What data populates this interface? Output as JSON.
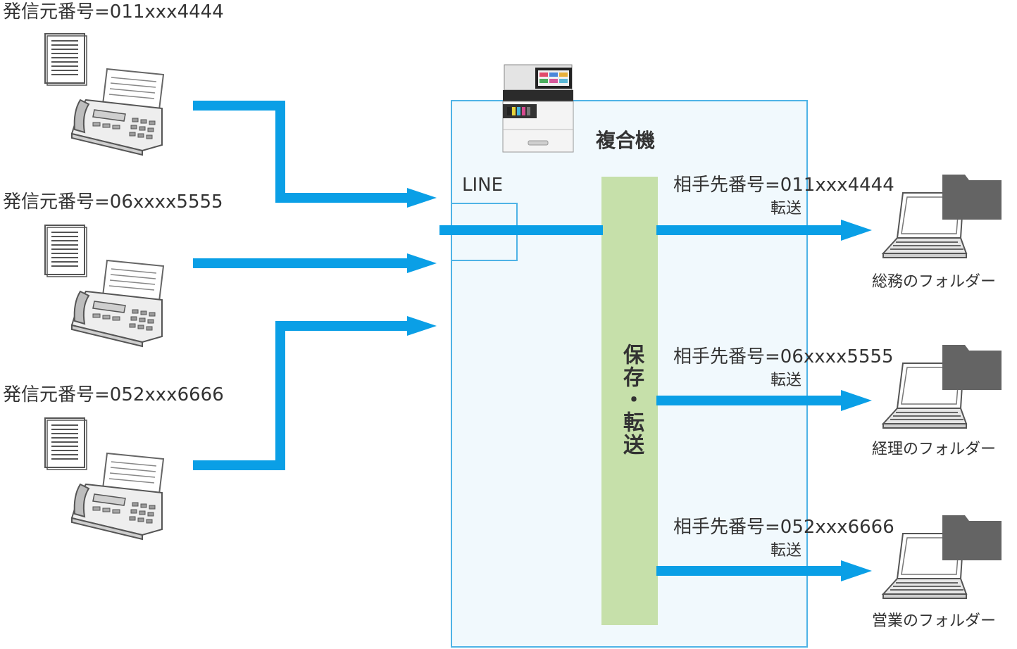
{
  "senders": [
    {
      "label": "発信元番号=011xxx4444"
    },
    {
      "label": "発信元番号=06xxxx5555"
    },
    {
      "label": "発信元番号=052xxx6666"
    }
  ],
  "mfp": {
    "title": "複合機",
    "line_label": "LINE",
    "process_label": "保存・転送"
  },
  "destinations": [
    {
      "number": "相手先番号=011xxx4444",
      "action": "転送",
      "folder": "総務のフォルダー"
    },
    {
      "number": "相手先番号=06xxxx5555",
      "action": "転送",
      "folder": "経理のフォルダー"
    },
    {
      "number": "相手先番号=052xxx6666",
      "action": "転送",
      "folder": "営業のフォルダー"
    }
  ],
  "colors": {
    "arrow": "#0a9fe6",
    "box_fill": "#f1f9fd",
    "box_border": "#4fb3e6",
    "process_fill": "#c6e0aa",
    "folder": "#646464"
  }
}
